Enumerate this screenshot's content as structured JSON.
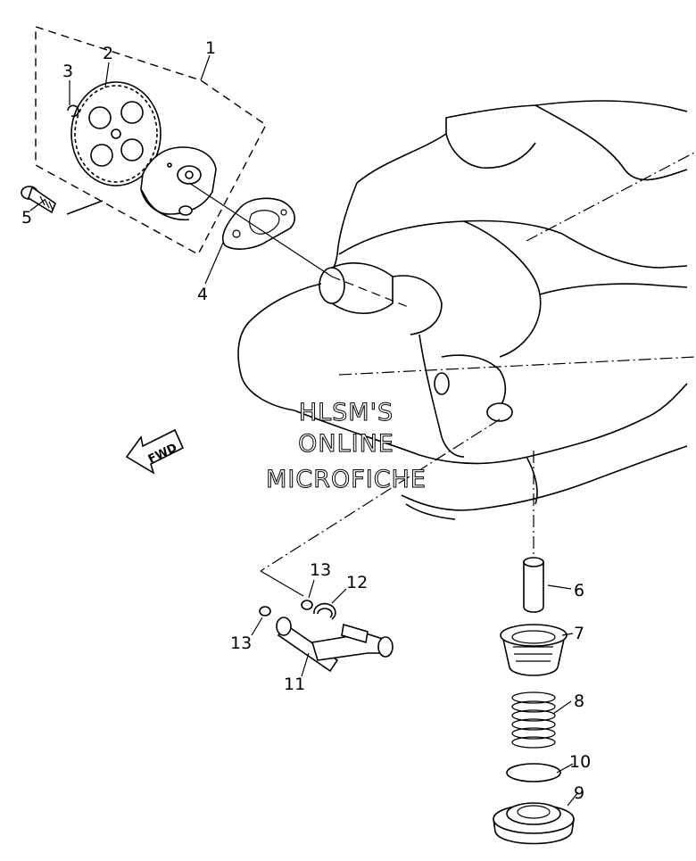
{
  "callouts": [
    {
      "id": "c1",
      "text": "1"
    },
    {
      "id": "c2",
      "text": "2"
    },
    {
      "id": "c3",
      "text": "3"
    },
    {
      "id": "c4",
      "text": "4"
    },
    {
      "id": "c5",
      "text": "5"
    },
    {
      "id": "c6",
      "text": "6"
    },
    {
      "id": "c7",
      "text": "7"
    },
    {
      "id": "c8",
      "text": "8"
    },
    {
      "id": "c9",
      "text": "9"
    },
    {
      "id": "c10",
      "text": "10"
    },
    {
      "id": "c11",
      "text": "11"
    },
    {
      "id": "c12",
      "text": "12"
    },
    {
      "id": "c13a",
      "text": "13"
    },
    {
      "id": "c13b",
      "text": "13"
    }
  ],
  "fwd_arrow": {
    "text": "FWD"
  },
  "watermark": {
    "line1": "HLSM'S",
    "line2": "ONLINE",
    "line3": "MICROFICHE"
  }
}
